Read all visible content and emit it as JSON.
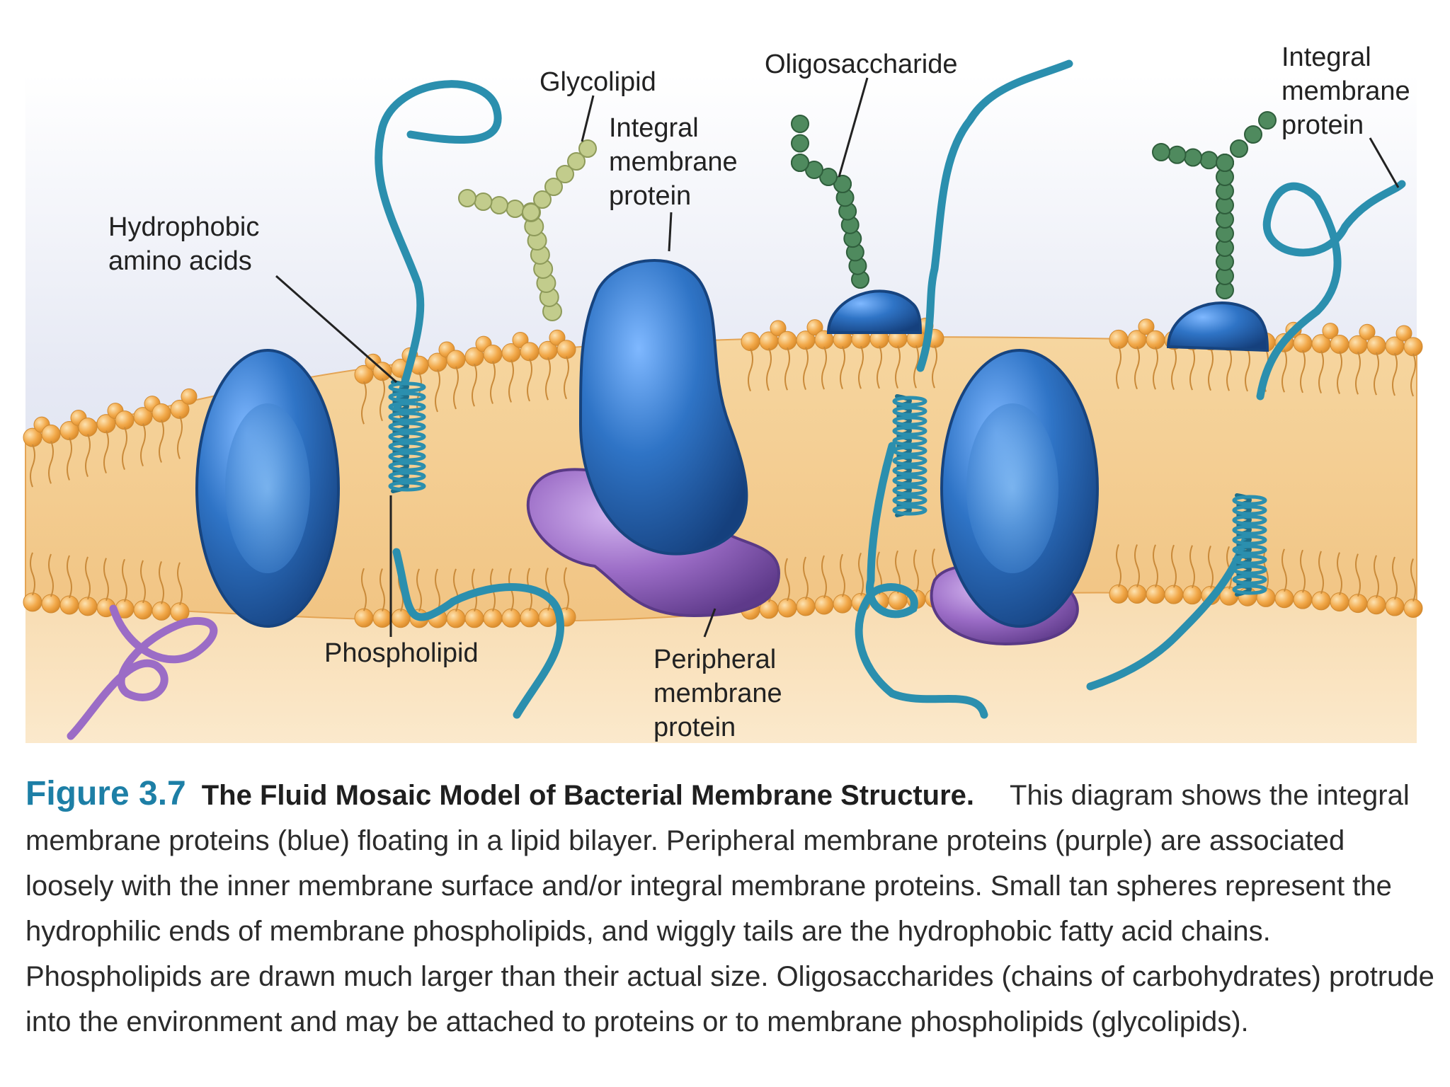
{
  "labels": {
    "hydrophobic": [
      "Hydrophobic",
      "amino acids"
    ],
    "glycolipid": [
      "Glycolipid"
    ],
    "integral_center": [
      "Integral",
      "membrane",
      "protein"
    ],
    "oligosaccharide": [
      "Oligosaccharide"
    ],
    "integral_right": [
      "Integral",
      "membrane",
      "protein"
    ],
    "phospholipid": [
      "Phospholipid"
    ],
    "peripheral": [
      "Peripheral",
      "membrane",
      "protein"
    ]
  },
  "caption": {
    "figure_number": "Figure 3.7",
    "title": "The Fluid Mosaic Model of Bacterial Membrane Structure.",
    "body": "This diagram shows the integral membrane proteins (blue) floating in a lipid bilayer. Peripheral membrane proteins (purple) are associated loosely with the inner membrane surface and/or integral membrane proteins. Small tan spheres represent the hydrophilic ends of membrane phospholipids, and wiggly tails are the hydrophobic fatty acid chains. Phospholipids are drawn much larger than their actual size. Oligosaccharides (chains of carbohydrates) protrude into the environment and may be attached to proteins or to membrane phospholipids (glycolipids)."
  },
  "colors": {
    "integral_protein": "#2f74c6",
    "peripheral_protein": "#9b6cc6",
    "phospholipid_head": "#f0a94a",
    "protein_strand": "#2b8fae",
    "oligosaccharide": "#4f8a5e",
    "glycolipid_chain": "#c2cc8c"
  }
}
